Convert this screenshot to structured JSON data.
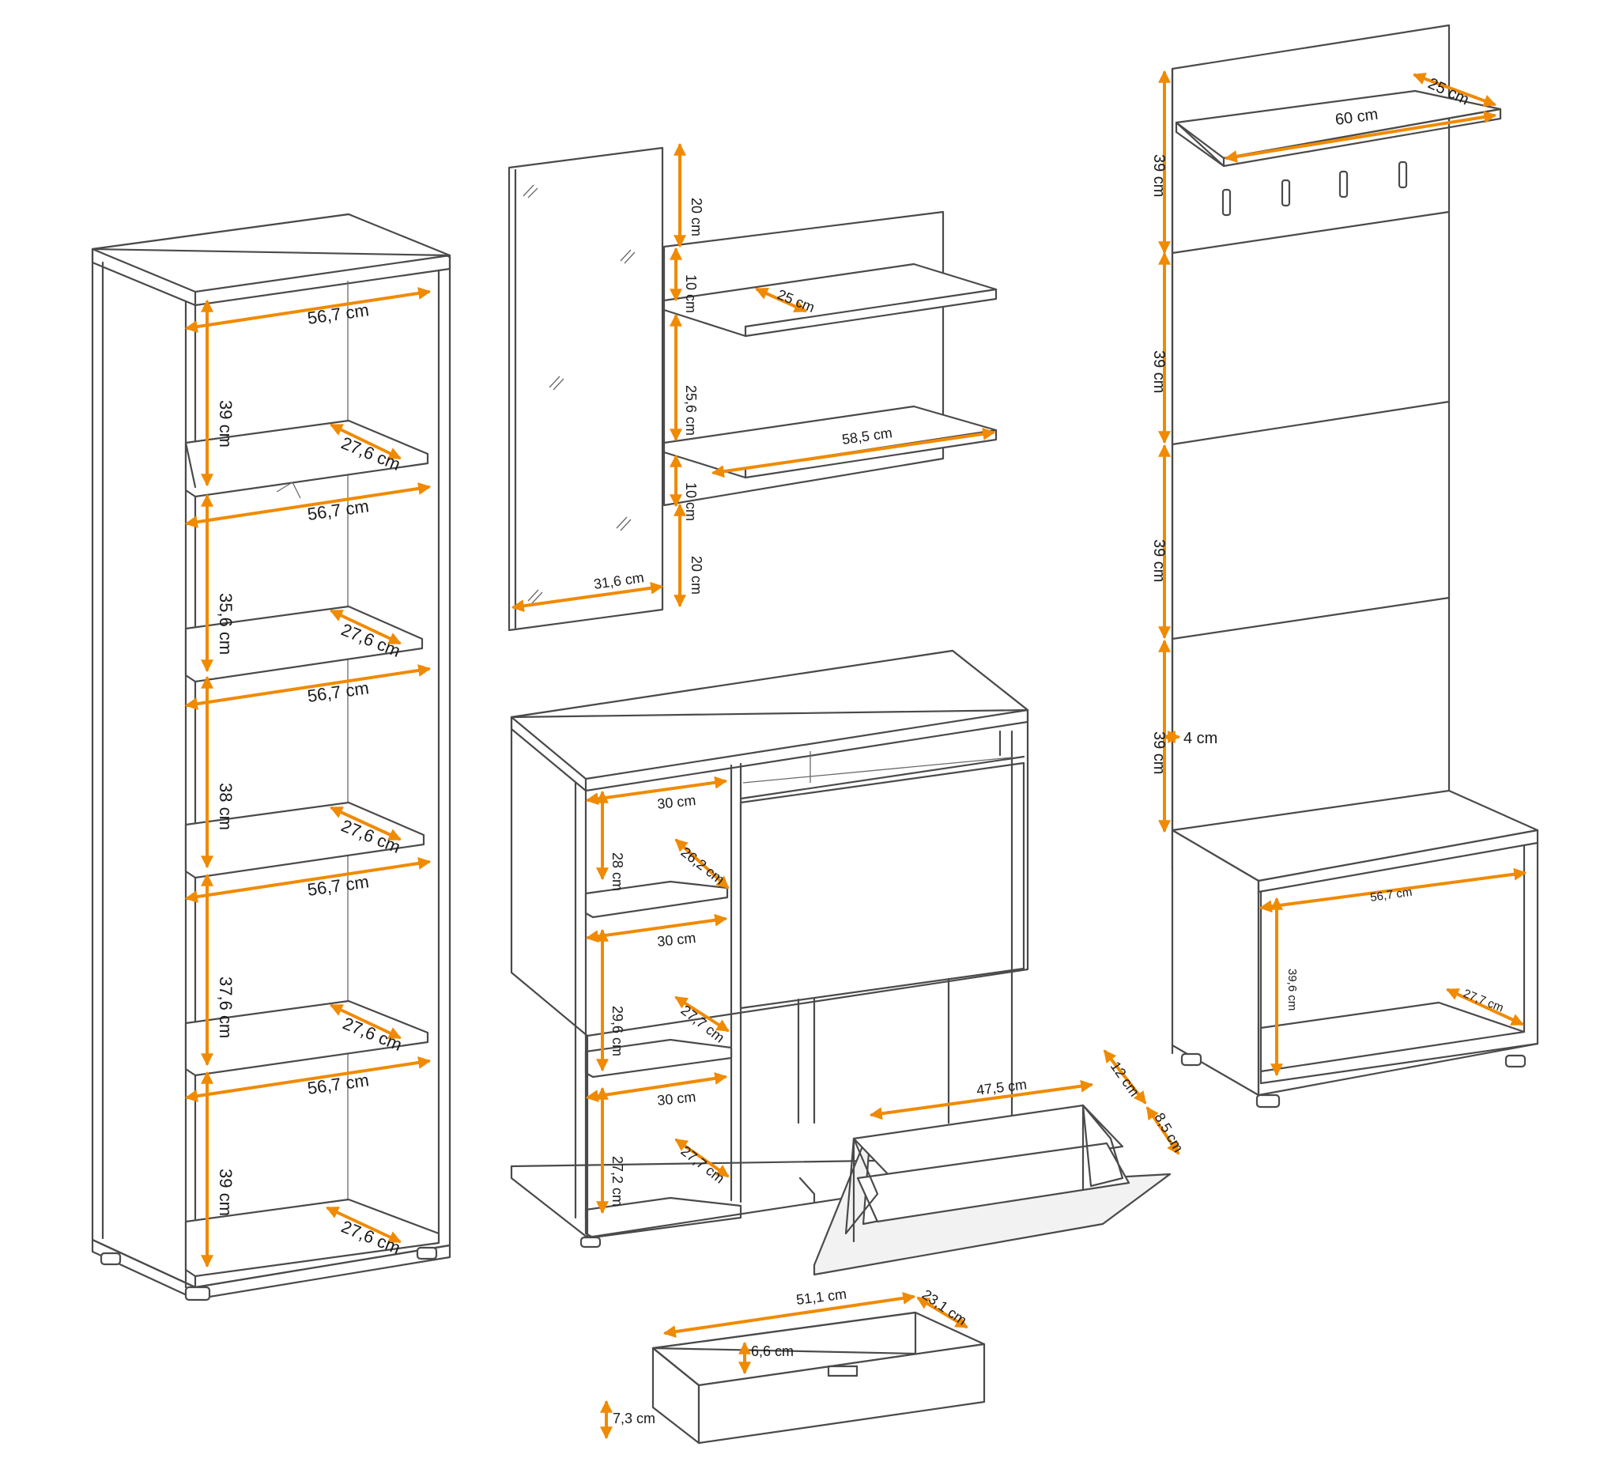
{
  "colors": {
    "line": "#4a4a4a",
    "dimension": "#f08a00",
    "text": "#1a1a1a",
    "background": "#ffffff"
  },
  "labels": {
    "tall_shelf_width_1": "56,7 cm",
    "tall_shelf_width_2": "56,7 cm",
    "tall_shelf_width_3": "56,7 cm",
    "tall_shelf_width_4": "56,7 cm",
    "tall_shelf_width_5": "56,7 cm",
    "tall_shelf_height_1": "39 cm",
    "tall_shelf_height_2": "35,6 cm",
    "tall_shelf_height_3": "38 cm",
    "tall_shelf_height_4": "37,6 cm",
    "tall_shelf_height_5": "39 cm",
    "tall_shelf_depth_1": "27,6 cm",
    "tall_shelf_depth_2": "27,6 cm",
    "tall_shelf_depth_3": "27,6 cm",
    "tall_shelf_depth_4": "27,6 cm",
    "tall_shelf_depth_5": "27,6 cm",
    "mirror_width": "31,6 cm",
    "wall_top_gap": "20 cm",
    "wall_gap_upper": "10 cm",
    "wall_shelf_spacing": "25,6 cm",
    "wall_gap_lower": "10 cm",
    "wall_bottom_gap": "20 cm",
    "wall_shelf_depth": "25 cm",
    "wall_shelf_width": "58,5 cm",
    "cab_width_1": "30 cm",
    "cab_width_2": "30 cm",
    "cab_width_3": "30 cm",
    "cab_height_1": "28 cm",
    "cab_height_2": "29,6 cm",
    "cab_height_3": "27,2 cm",
    "cab_depth_1": "26,2 cm",
    "cab_depth_2": "27,7 cm",
    "cab_depth_3": "27,7 cm",
    "shoe_width": "47,5 cm",
    "shoe_depth_top": "12 cm",
    "shoe_depth_bottom": "8,5 cm",
    "drawer_width": "51,1 cm",
    "drawer_depth": "23,1 cm",
    "drawer_inner_height": "6,6 cm",
    "drawer_outer_height": "7,3 cm",
    "hall_shelf_width": "60 cm",
    "hall_shelf_depth": "25 cm",
    "panel_height_1": "39 cm",
    "panel_height_2": "39 cm",
    "panel_height_3": "39 cm",
    "panel_height_4": "39 cm",
    "panel_thickness": "4 cm",
    "bench_width": "56,7 cm",
    "bench_height": "39,6 cm",
    "bench_depth": "27,7 cm"
  }
}
